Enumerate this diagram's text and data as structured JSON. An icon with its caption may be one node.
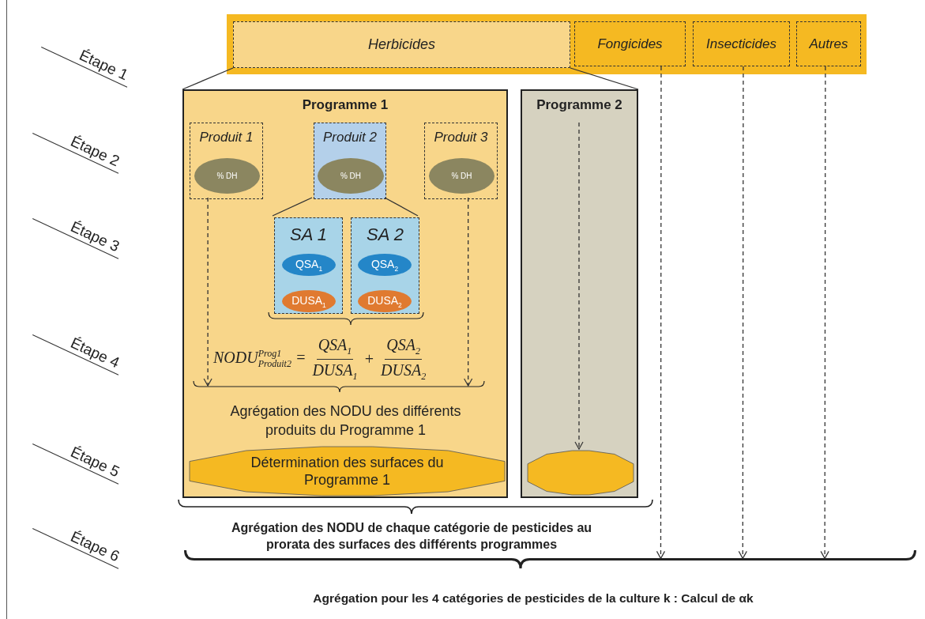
{
  "diagram": {
    "nodes": [
      {
        "text": [],
        "shape": "bar"
      },
      {
        "text": [
          "Herbicides"
        ],
        "in": 0
      },
      {
        "text": [
          "Fongicides"
        ],
        "in": 0
      },
      {
        "text": [
          "Insecticides"
        ],
        "in": 0
      },
      {
        "text": [
          "Autres"
        ],
        "in": 0
      },
      {
        "text": [
          "Programme 1"
        ]
      },
      {
        "text": [
          "Produit 1"
        ],
        "in": 5
      },
      {
        "text": [
          "% DH"
        ],
        "in": 6
      },
      {
        "text": [
          "Produit 2"
        ],
        "in": 5
      },
      {
        "text": [
          "% DH"
        ],
        "in": 8
      },
      {
        "text": [
          "Produit 3"
        ],
        "in": 5
      },
      {
        "text": [
          "% DH"
        ],
        "in": 10
      },
      {
        "text": [
          "SA 1"
        ],
        "in": 5
      },
      {
        "text": [
          "QSA$_{1}$"
        ],
        "in": 12
      },
      {
        "text": [
          "DUSA$_{1}$"
        ],
        "in": 12
      },
      {
        "text": [
          "SA 2"
        ],
        "in": 5
      },
      {
        "text": [
          "QSA$_{2}$"
        ],
        "in": 15
      },
      {
        "text": [
          "DUSA$_{2}$"
        ],
        "in": 15
      },
      {
        "text": [
          "Détermination des surfaces du Programme 1"
        ],
        "in": 5
      },
      {
        "text": [
          "Programme 2"
        ]
      },
      {
        "text": [],
        "shape": "octagon",
        "in": 19
      },
      {
        "text": [],
        "shape": "bracket"
      }
    ],
    "edges": [
      {
        "from": 1,
        "to": 5,
        "arrow": "none"
      },
      {
        "from": 1,
        "to": 19,
        "arrow": "none"
      },
      {
        "from": 8,
        "to": 12,
        "arrow": "none"
      },
      {
        "from": 8,
        "to": 15,
        "arrow": "none"
      },
      {
        "from": 6,
        "to": null,
        "arrow": "to",
        "style": "dashed"
      },
      {
        "from": 10,
        "to": null,
        "arrow": "to",
        "style": "dashed"
      },
      {
        "from": null,
        "to": 20,
        "arrow": "to",
        "style": "dashed"
      },
      {
        "from": 2,
        "to": 21,
        "arrow": "to",
        "style": "dashed"
      },
      {
        "from": 3,
        "to": 21,
        "arrow": "to",
        "style": "dashed"
      },
      {
        "from": 4,
        "to": 21,
        "arrow": "to",
        "style": "dashed"
      }
    ],
    "labels": [
      "Étape 1",
      "Étape 2",
      "Étape 3",
      "Étape 4",
      "Étape 5",
      "Étape 6",
      "NODU$^{Prog1}$$_{Produit2}$ =",
      "QSA$_{1}$",
      "DUSA$_{1}$",
      "+",
      "QSA$_{2}$",
      "DUSA$_{2}$",
      "Agrégation des NODU des différents produits du Programme 1",
      "Agrégation des NODU de chaque catégorie de pesticides au prorata des surfaces des différents programmes",
      "Agrégation pour les 4 catégories de pesticides de la culture k : Calcul de αk"
    ]
  }
}
